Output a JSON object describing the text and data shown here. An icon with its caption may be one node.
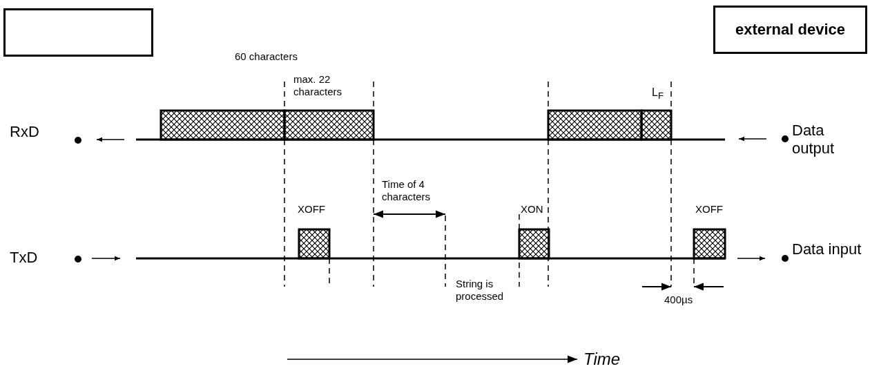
{
  "diagram": {
    "nodes": [
      {
        "text": [],
        "shape": "box"
      },
      {
        "text": [
          "external device"
        ]
      }
    ],
    "labels": [
      "60 characters",
      "max. 22 characters",
      "L$_{F}$",
      "RxD",
      "Data output",
      "Time of 4 characters",
      "XOFF",
      "XON",
      "XOFF",
      "TxD",
      "Data input",
      "String is processed",
      "400µs",
      "Time"
    ]
  }
}
